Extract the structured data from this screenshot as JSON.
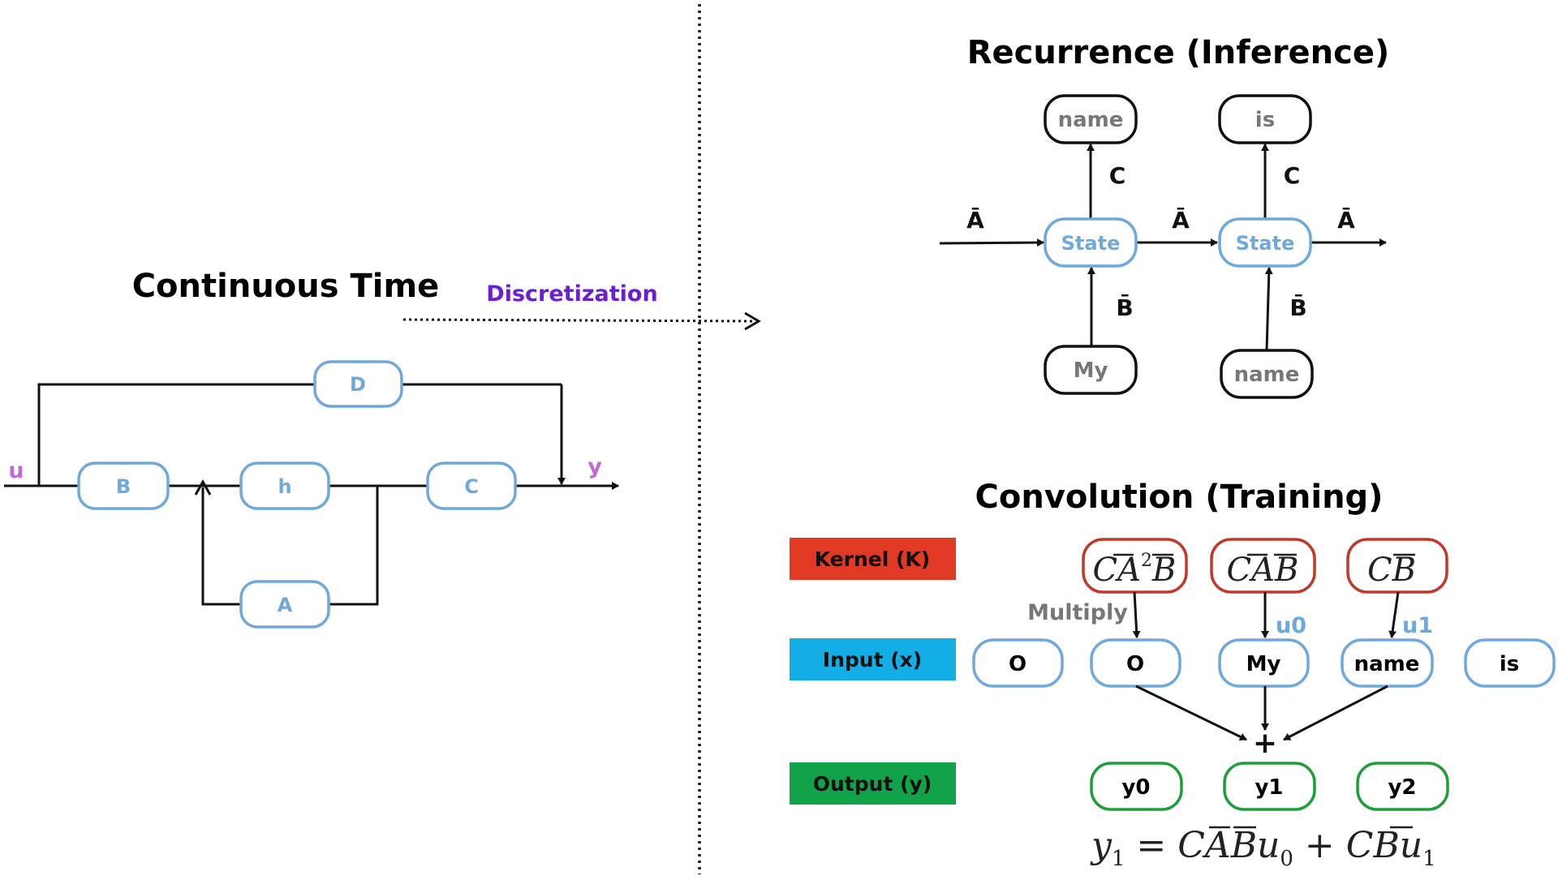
{
  "colors": {
    "blue": "#6fa8dc",
    "purple": "#6a1fd0",
    "magenta": "#c06ad8",
    "kernel_red": "#e03a24",
    "input_blue": "#14aee6",
    "output_green": "#12a24a",
    "kernel_border": "#c0392b",
    "output_border": "#1e9e3a"
  },
  "continuous": {
    "title": "Continuous Time",
    "discretization": "Discretization",
    "input": "u",
    "output": "y",
    "nodes": {
      "D": "D",
      "B": "B",
      "h": "h",
      "C": "C",
      "A": "A"
    }
  },
  "recurrence": {
    "title": "Recurrence (Inference)",
    "state": "State",
    "edge_A": "Ā",
    "edge_B": "B̄",
    "edge_C": "C",
    "outputs": [
      "name",
      "is"
    ],
    "inputs": [
      "My",
      "name"
    ]
  },
  "convolution": {
    "title": "Convolution (Training)",
    "legend": {
      "kernel": "Kernel (K)",
      "input": "Input (x)",
      "output": "Output (y)"
    },
    "multiply": "Multiply",
    "kernel_base": [
      "CA",
      "CA",
      "CB"
    ],
    "kernel_b": [
      "B",
      "B"
    ],
    "kernel_exp": "2",
    "u_labels": [
      "u0",
      "u1"
    ],
    "inputs": [
      "O",
      "O",
      "My",
      "name",
      "is"
    ],
    "plus": "+",
    "outputs": [
      "y0",
      "y1",
      "y2"
    ],
    "equation": {
      "y": "y",
      "sub1": "1",
      "eq": " = ",
      "term1": "CA",
      "term1b": "B",
      "u": "u",
      "sub0": "0",
      "plus": " + ",
      "term2": "CB",
      "u2": "u",
      "sub2": "1"
    }
  }
}
